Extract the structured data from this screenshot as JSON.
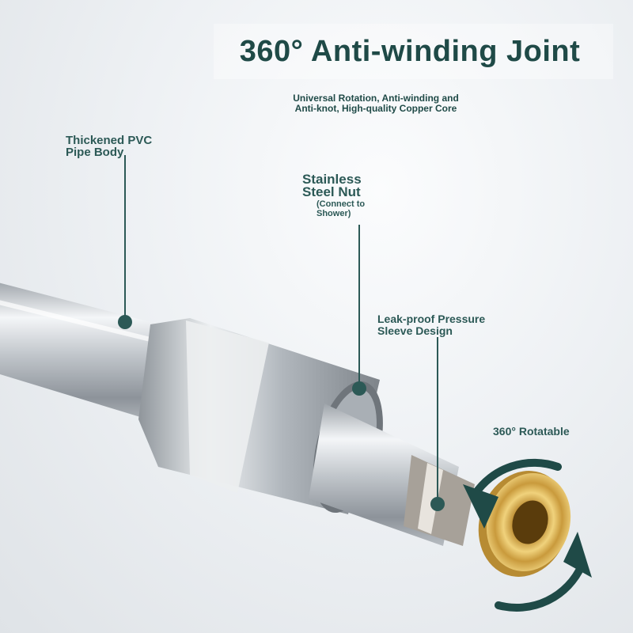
{
  "header": {
    "title": "360° Anti-winding Joint",
    "subtitle": "Universal Rotation, Anti-winding and\nAnti-knot, High-quality Copper Core"
  },
  "callouts": {
    "pvc_body": "Thickened PVC\n  Pipe Body",
    "steel_nut": "Stainless\n  Steel Nut",
    "steel_nut_note": "(Connect to\n  Shower)",
    "pressure_sleeve": "Leak-proof Pressure\n Sleeve Design",
    "rotatable": "360° Rotatable"
  },
  "colors": {
    "accent": "#1f4a47",
    "pointer": "#2c5956",
    "chrome": "#c7ccd1",
    "brass": "#d8b768"
  },
  "icons": {
    "rotation": "rotate-arrows-icon",
    "pointer_dot": "pointer-dot-icon"
  }
}
